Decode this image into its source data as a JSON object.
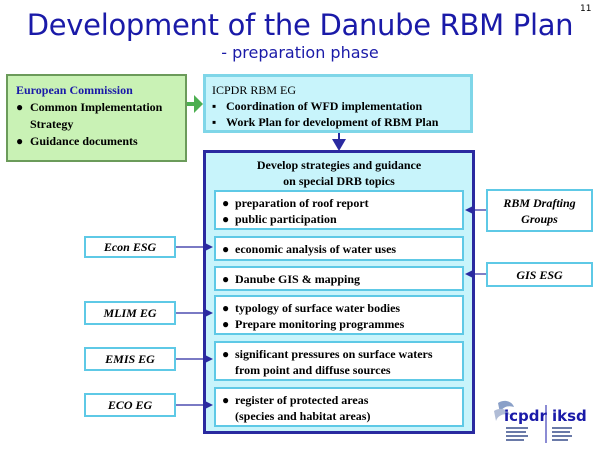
{
  "page_number": "11",
  "title": "Development of the Danube RBM Plan",
  "subtitle": "- preparation phase",
  "european_commission": {
    "title": "European Commission",
    "items": [
      "Common Implementation Strategy",
      "Guidance documents"
    ]
  },
  "icpdr": {
    "title": "ICPDR RBM EG",
    "items": [
      "Coordination of WFD implementation",
      "Work Plan for development of RBM Plan"
    ]
  },
  "main": {
    "heading_line1": "Develop strategies and guidance",
    "heading_line2": "on special DRB topics",
    "tasks": [
      {
        "lines": [
          "preparation of roof report",
          "public participation"
        ]
      },
      {
        "lines": [
          "economic analysis of water uses"
        ]
      },
      {
        "lines": [
          "Danube GIS & mapping"
        ]
      },
      {
        "lines": [
          "typology of surface water bodies",
          "Prepare monitoring programmes"
        ]
      },
      {
        "lines": [
          "significant pressures on surface waters",
          "from point and diffuse sources"
        ]
      },
      {
        "lines": [
          "register of protected areas",
          "(species and habitat areas)"
        ]
      }
    ]
  },
  "left_groups": [
    "Econ ESG",
    "MLIM EG",
    "EMIS EG",
    "ECO EG"
  ],
  "right_groups": {
    "drafting_line1": "RBM Drafting",
    "drafting_line2": "Groups",
    "gis": "GIS ESG"
  },
  "logo": {
    "left": "icpdr",
    "right": "iksd"
  },
  "colors": {
    "title": "#1a1aa8",
    "ec_fill": "#c9f2b5",
    "ec_arrow": "#4caf50",
    "icpdr_fill": "#c8f4fb",
    "main_border": "#2a2aa0",
    "task_border": "#5ec9e6",
    "connector": "#2a2aa0"
  }
}
